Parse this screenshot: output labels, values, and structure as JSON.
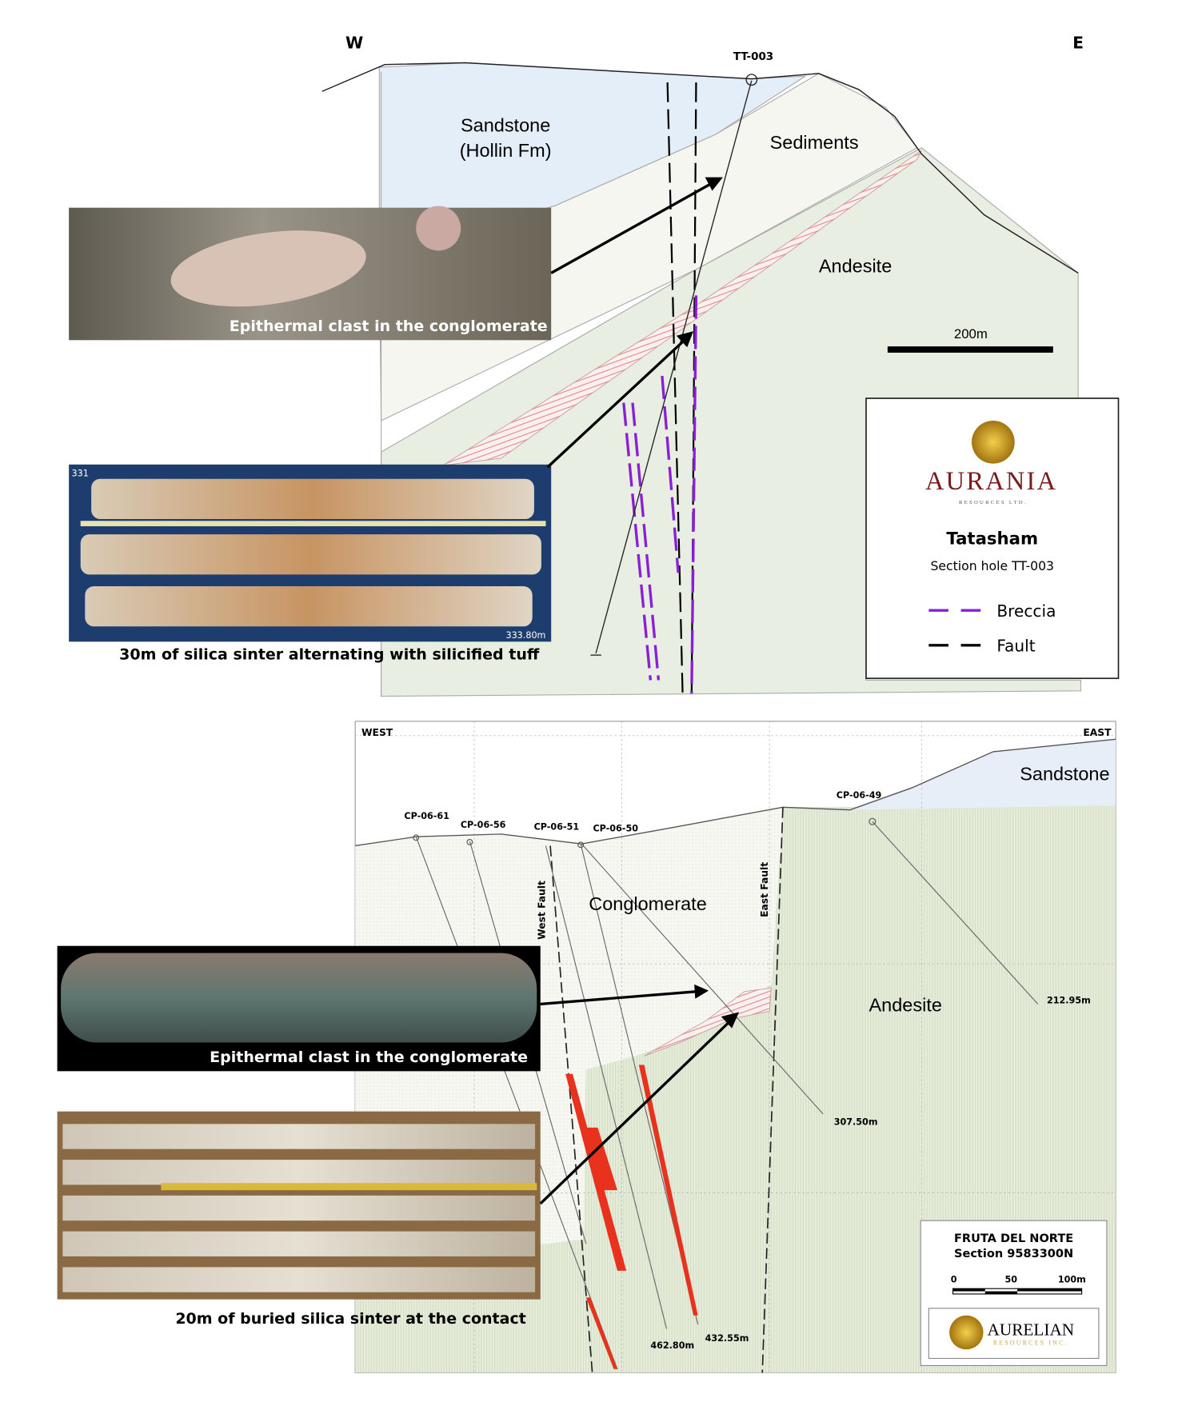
{
  "top_section": {
    "compass_west": "W",
    "compass_east": "E",
    "hole_label": "TT-003",
    "units": [
      "Sandstone",
      "(Hollin Fm)",
      "Sediments",
      "Andesite"
    ],
    "scale_label": "200m",
    "photo1_caption": "Epithermal clast in the conglomerate",
    "photo2_caption": "30m of silica sinter alternating with silicified tuff",
    "photo2_marks": [
      "331",
      "333.80m"
    ],
    "legend": {
      "logo_text": "AURANIA",
      "logo_subtext": "RESOURCES LTD.",
      "title": "Tatasham",
      "subtitle": "Section hole TT-003",
      "items": [
        {
          "label": "Breccia",
          "color": "#8a1fd6"
        },
        {
          "label": "Fault",
          "color": "#000000"
        }
      ]
    }
  },
  "bottom_section": {
    "west_label": "WEST",
    "east_label": "EAST",
    "holes": [
      "CP-06-61",
      "CP-06-56",
      "CP-06-51",
      "CP-06-50",
      "CP-06-49"
    ],
    "units": [
      "Sandstone",
      "Conglomerate",
      "Andesite"
    ],
    "faults": [
      "West Fault",
      "East Fault"
    ],
    "depths": [
      "212.95m",
      "307.50m",
      "462.80m",
      "432.55m"
    ],
    "photo3_caption": "Epithermal clast in the conglomerate",
    "photo4_caption": "20m of buried silica sinter at the contact",
    "legend": {
      "title": "FRUTA DEL NORTE",
      "subtitle": "Section 9583300N",
      "scale_ticks": [
        "0",
        "50",
        "100m"
      ],
      "logo_text": "AURELIAN",
      "logo_subtext": "RESOURCES INC."
    }
  }
}
